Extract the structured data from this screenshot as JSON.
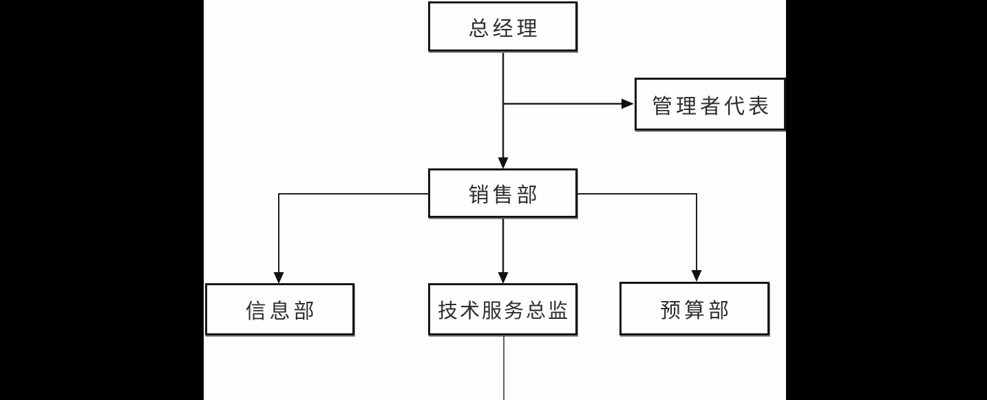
{
  "page": {
    "background_color": "#000000",
    "paper_color": "#fdfdfd",
    "line_color": "#1f1f1f",
    "text_color": "#2e2e2e"
  },
  "diagram": {
    "type": "org-chart",
    "nodes": [
      {
        "id": "general-manager",
        "label": "总经理"
      },
      {
        "id": "management-representative",
        "label": "管理者代表"
      },
      {
        "id": "sales-dept",
        "label": "销售部"
      },
      {
        "id": "information-dept",
        "label": "信息部"
      },
      {
        "id": "technical-service-director",
        "label": "技术服务总监"
      },
      {
        "id": "budget-dept",
        "label": "预算部"
      }
    ],
    "edges": [
      {
        "from": "general-manager",
        "to": "sales-dept",
        "arrow": true
      },
      {
        "from": "general-manager",
        "to": "management-representative",
        "arrow": true
      },
      {
        "from": "sales-dept",
        "to": "information-dept",
        "arrow": true
      },
      {
        "from": "sales-dept",
        "to": "technical-service-director",
        "arrow": true
      },
      {
        "from": "sales-dept",
        "to": "budget-dept",
        "arrow": true
      },
      {
        "from": "technical-service-director",
        "to": "offscreen-bottom",
        "arrow": false
      }
    ]
  }
}
